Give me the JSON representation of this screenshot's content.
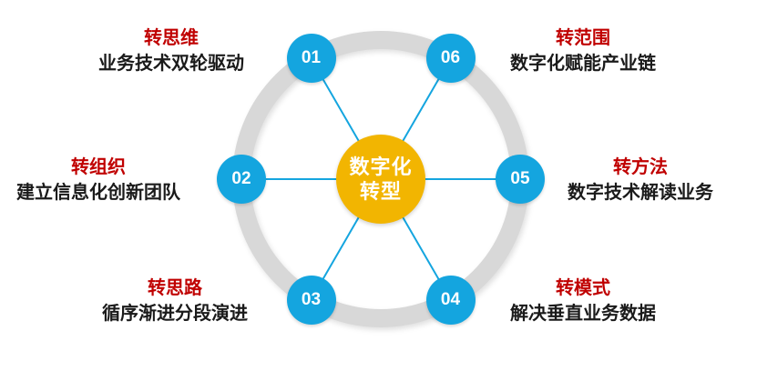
{
  "center": {
    "line1": "数字化",
    "line2": "转型"
  },
  "colors": {
    "node_blue": "#14a5df",
    "spoke_blue": "#14a5df",
    "center_yellow": "#f2b501",
    "ring_gray": "#d8d8d8",
    "title_red": "#c00000",
    "desc_black": "#1a1a1a"
  },
  "items": [
    {
      "number": "01",
      "title": "转思维",
      "desc": "业务技术双轮驱动"
    },
    {
      "number": "02",
      "title": "转组织",
      "desc": "建立信息化创新团队"
    },
    {
      "number": "03",
      "title": "转思路",
      "desc": "循序渐进分段演进"
    },
    {
      "number": "04",
      "title": "转模式",
      "desc": "解决垂直业务数据"
    },
    {
      "number": "05",
      "title": "转方法",
      "desc": "数字技术解读业务"
    },
    {
      "number": "06",
      "title": "转范围",
      "desc": "数字化赋能产业链"
    }
  ]
}
